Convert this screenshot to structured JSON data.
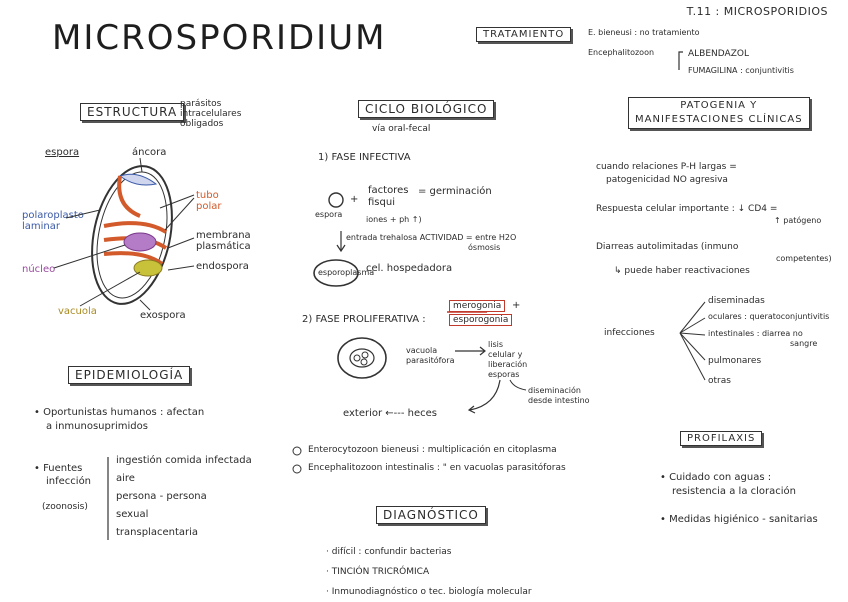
{
  "header": {
    "page_label": "T.11 : MICROSPORIDIOS"
  },
  "title": "MICROSPORIDIUM",
  "estructura": {
    "box": "ESTRUCTURA",
    "desc": [
      "parásitos",
      "intracelulares",
      "obligados"
    ],
    "labels": {
      "espora": "espora",
      "ancora": "áncora",
      "tubo_polar": [
        "tubo",
        "polar"
      ],
      "polaroplasto": [
        "polaroplasto",
        "laminar"
      ],
      "membrana": [
        "membrana",
        "plasmática"
      ],
      "endospora": "endospora",
      "nucleo": "núcleo",
      "vacuola": "vacuola",
      "exospora": "exospora"
    }
  },
  "ciclo": {
    "box": "CICLO BIOLÓGICO",
    "via": "vía  oral-fecal",
    "fase1": "1) FASE INFECTIVA",
    "espora": "espora",
    "factores": [
      "factores",
      "fisqui"
    ],
    "iones": "iones + ph ↑)",
    "germinacion": "= germinación",
    "entrada": "entrada trehalosa  ACTIVIDAD = entre H2O",
    "osmosis": "ósmosis",
    "espocapl": "esporoplasma",
    "cel": "cel. hospedadora",
    "fase2": "2) FASE PROLIFERATIVA :",
    "merogonia": "merogonia",
    "plus": "+",
    "esporogonia": "esporogonia",
    "vacuola": [
      "vacuola",
      "parasitófora"
    ],
    "lisis": [
      "lisis",
      "celular  y",
      "liberación",
      "esporas"
    ],
    "diseminacion": [
      "diseminación",
      "desde intestino"
    ],
    "exterior": "exterior  ←--- heces",
    "bieneusi": "Enterocytozoon bieneusi : multiplicación en citoplasma",
    "intestinalis": "Encephalitozoon intestinalis : \" en vacuolas parasitóforas"
  },
  "tratamiento": {
    "box": "TRATAMIENTO",
    "e_bieneusi": "E. bieneusi : no tratamiento",
    "encephal": "Encephalitozoon",
    "albendazol": "ALBENDAZOL",
    "fumagilina": "FUMAGILINA : conjuntivitis"
  },
  "patogenia": {
    "box": [
      "PATOGENIA  Y",
      "MANIFESTACIONES CLÍNICAS"
    ],
    "items": [
      [
        "cuando relaciones P-H largas =",
        "patogenicidad NO agresiva"
      ],
      [
        "Respuesta celular importante : ↓ CD4 =",
        "↑ patógeno"
      ],
      [
        "Diarreas autolimitadas (inmuno",
        "competentes)",
        "↳ puede haber reactivaciones"
      ]
    ],
    "infecciones": "infecciones",
    "branches": [
      "diseminadas",
      "oculares : queratoconjuntivitis",
      "intestinales : diarrea no",
      "sangre",
      "pulmonares",
      "otras"
    ]
  },
  "epidemiologia": {
    "box": "EPIDEMIOLOGÍA",
    "oportunistas": [
      "Oportunistas humanos : afectan",
      "a inmunosuprimidos"
    ],
    "fuentes": [
      "Fuentes",
      "infección",
      "(zoonosis)"
    ],
    "list": [
      "ingestión comida infectada",
      "aire",
      "persona - persona",
      "sexual",
      "transplacentaria"
    ]
  },
  "diagnostico": {
    "box": "DIAGNÓSTICO",
    "items": [
      "difícil : confundir bacterias",
      "TINCIÓN TRICRÓMICA",
      "Inmunodiagnóstico o tec. biología molecular"
    ]
  },
  "profilaxis": {
    "box": "PROFILAXIS",
    "items": [
      [
        "Cuidado con aguas :",
        "resistencia a la cloración"
      ],
      "Medidas higiénico - sanitarias"
    ]
  }
}
